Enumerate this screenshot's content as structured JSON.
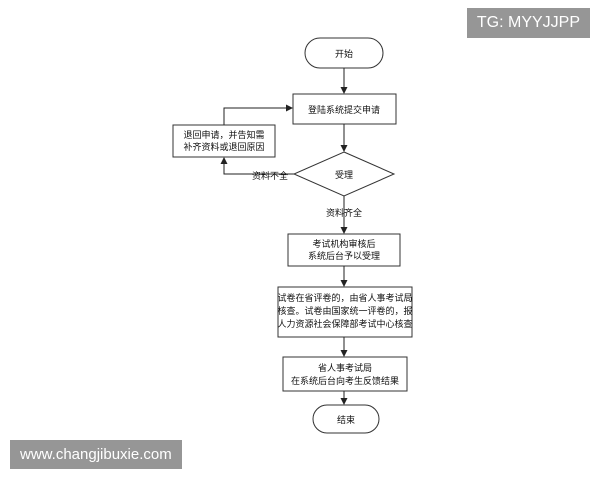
{
  "flowchart": {
    "nodes": {
      "start": "开始",
      "submit": "登陆系统提交申请",
      "return": [
        "退回申请，并告知需",
        "补齐资料或退回原因"
      ],
      "accept": "受理",
      "review": [
        "考试机构审核后",
        "系统后台予以受理"
      ],
      "check": [
        "试卷在省评卷的，由省人事考试局",
        "核查。试卷由国家统一评卷的，报",
        "人力资源社会保障部考试中心核查"
      ],
      "feedback": [
        "省人事考试局",
        "在系统后台向考生反馈结果"
      ],
      "end": "结束"
    },
    "edge_labels": {
      "incomplete": "资料不全",
      "complete": "资料齐全"
    }
  },
  "watermarks": {
    "top": "TG: MYYJJPP",
    "bottom": "www.changjibuxie.com"
  }
}
